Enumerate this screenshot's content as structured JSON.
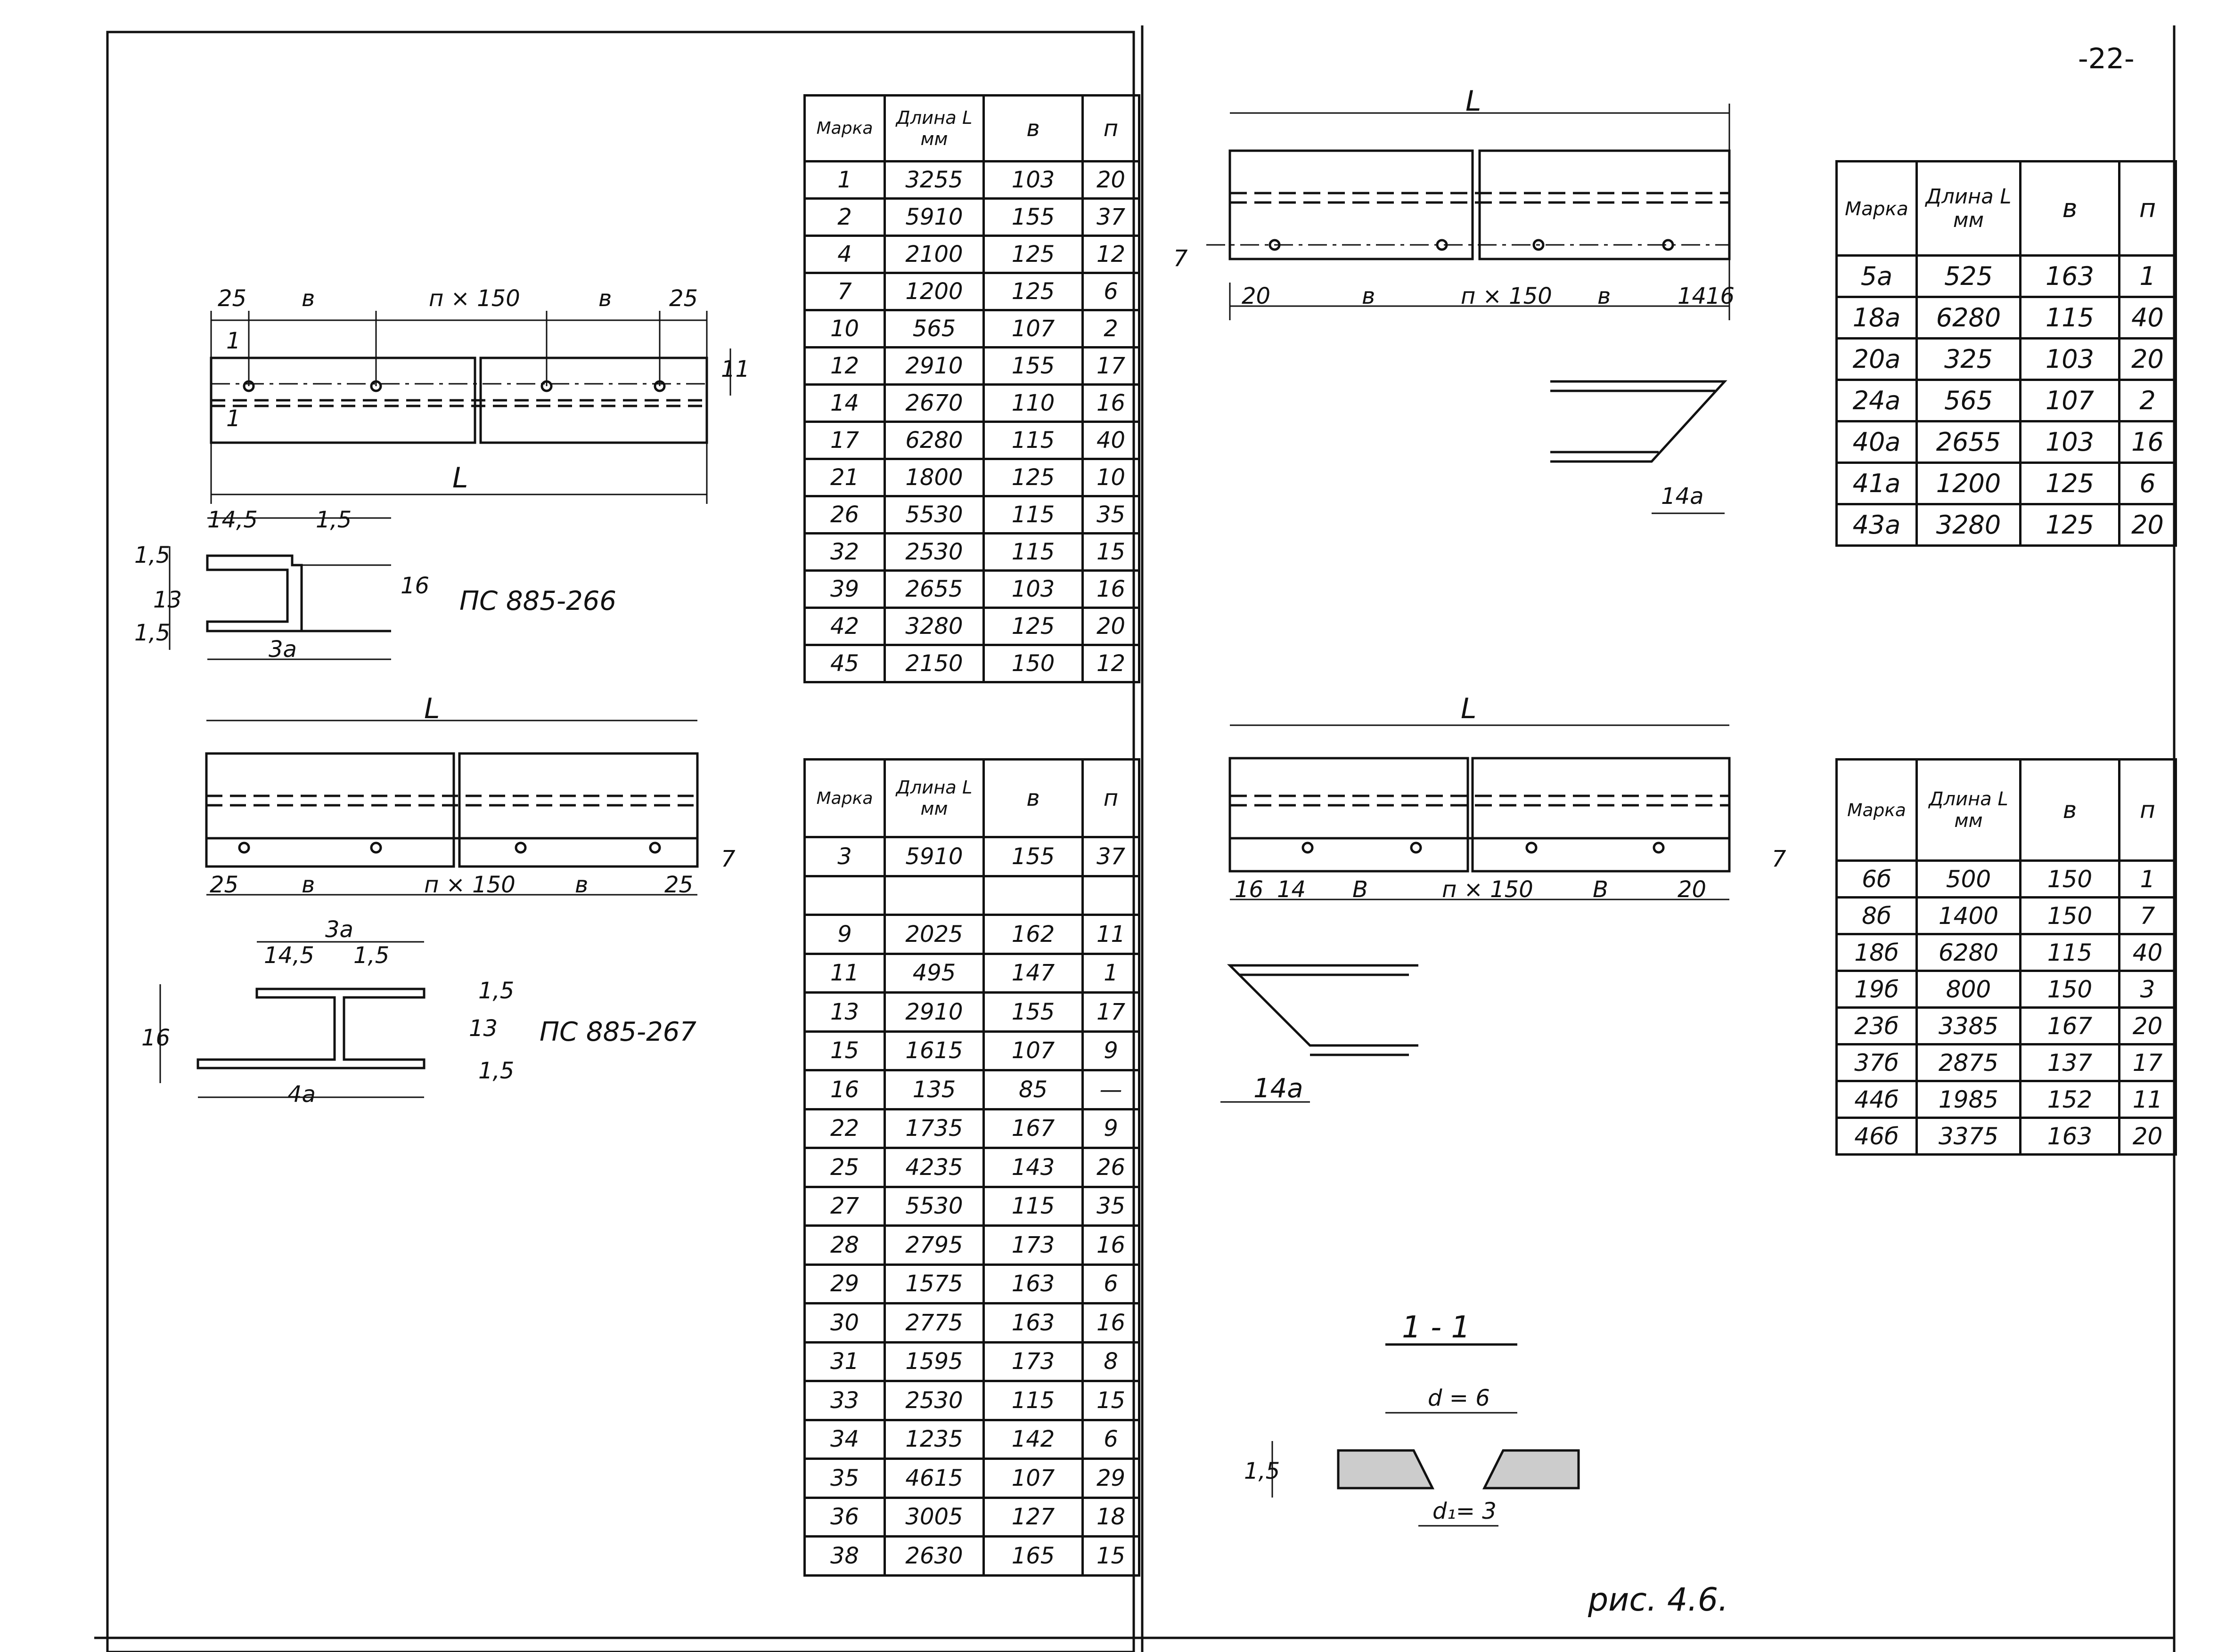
{
  "page": {
    "number": "-22-"
  },
  "tables": {
    "t1": {
      "headers": [
        "Марка",
        "Длина L мм",
        "в",
        "п"
      ],
      "rows": [
        [
          "1",
          "3255",
          "103",
          "20"
        ],
        [
          "2",
          "5910",
          "155",
          "37"
        ],
        [
          "4",
          "2100",
          "125",
          "12"
        ],
        [
          "7",
          "1200",
          "125",
          "6"
        ],
        [
          "10",
          "565",
          "107",
          "2"
        ],
        [
          "12",
          "2910",
          "155",
          "17"
        ],
        [
          "14",
          "2670",
          "110",
          "16"
        ],
        [
          "17",
          "6280",
          "115",
          "40"
        ],
        [
          "21",
          "1800",
          "125",
          "10"
        ],
        [
          "26",
          "5530",
          "115",
          "35"
        ],
        [
          "32",
          "2530",
          "115",
          "15"
        ],
        [
          "39",
          "2655",
          "103",
          "16"
        ],
        [
          "42",
          "3280",
          "125",
          "20"
        ],
        [
          "45",
          "2150",
          "150",
          "12"
        ]
      ]
    },
    "t2": {
      "headers": [
        "Марка",
        "Длина L мм",
        "в",
        "п"
      ],
      "rows": [
        [
          "3",
          "5910",
          "155",
          "37"
        ],
        [
          "",
          "",
          "",
          ""
        ],
        [
          "9",
          "2025",
          "162",
          "11"
        ],
        [
          "11",
          "495",
          "147",
          "1"
        ],
        [
          "13",
          "2910",
          "155",
          "17"
        ],
        [
          "15",
          "1615",
          "107",
          "9"
        ],
        [
          "16",
          "135",
          "85",
          "—"
        ],
        [
          "22",
          "1735",
          "167",
          "9"
        ],
        [
          "25",
          "4235",
          "143",
          "26"
        ],
        [
          "27",
          "5530",
          "115",
          "35"
        ],
        [
          "28",
          "2795",
          "173",
          "16"
        ],
        [
          "29",
          "1575",
          "163",
          "6"
        ],
        [
          "30",
          "2775",
          "163",
          "16"
        ],
        [
          "31",
          "1595",
          "173",
          "8"
        ],
        [
          "33",
          "2530",
          "115",
          "15"
        ],
        [
          "34",
          "1235",
          "142",
          "6"
        ],
        [
          "35",
          "4615",
          "107",
          "29"
        ],
        [
          "36",
          "3005",
          "127",
          "18"
        ],
        [
          "38",
          "2630",
          "165",
          "15"
        ]
      ]
    },
    "t3": {
      "headers": [
        "Марка",
        "Длина L мм",
        "в",
        "п"
      ],
      "rows": [
        [
          "5а",
          "525",
          "163",
          "1"
        ],
        [
          "18а",
          "6280",
          "115",
          "40"
        ],
        [
          "20а",
          "325",
          "103",
          "20"
        ],
        [
          "24а",
          "565",
          "107",
          "2"
        ],
        [
          "40а",
          "2655",
          "103",
          "16"
        ],
        [
          "41а",
          "1200",
          "125",
          "6"
        ],
        [
          "43а",
          "3280",
          "125",
          "20"
        ]
      ]
    },
    "t4": {
      "headers": [
        "Марка",
        "Длина L мм",
        "в",
        "п"
      ],
      "rows": [
        [
          "6б",
          "500",
          "150",
          "1"
        ],
        [
          "8б",
          "1400",
          "150",
          "7"
        ],
        [
          "18б",
          "6280",
          "115",
          "40"
        ],
        [
          "19б",
          "800",
          "150",
          "3"
        ],
        [
          "23б",
          "3385",
          "167",
          "20"
        ],
        [
          "37б",
          "2875",
          "137",
          "17"
        ],
        [
          "44б",
          "1985",
          "152",
          "11"
        ],
        [
          "46б",
          "3375",
          "163",
          "20"
        ]
      ]
    }
  },
  "labels": {
    "profile1": "ПС 885-266",
    "profile2": "ПС 885-267",
    "section": "1 - 1",
    "caption": "рис. 4.6.",
    "L": "L",
    "b": "в",
    "B": "В",
    "n150": "п × 150",
    "d6": "d = 6",
    "d13": "d₁= 3",
    "one": "1",
    "d25": "25",
    "d20": "20",
    "d14": "14",
    "d16": "16",
    "d7": "7",
    "d11": "11",
    "d145": "14,5",
    "d15": "1,5",
    "d13n": "13",
    "d3a": "3а",
    "d4a": "4а",
    "d14a": "14а"
  }
}
